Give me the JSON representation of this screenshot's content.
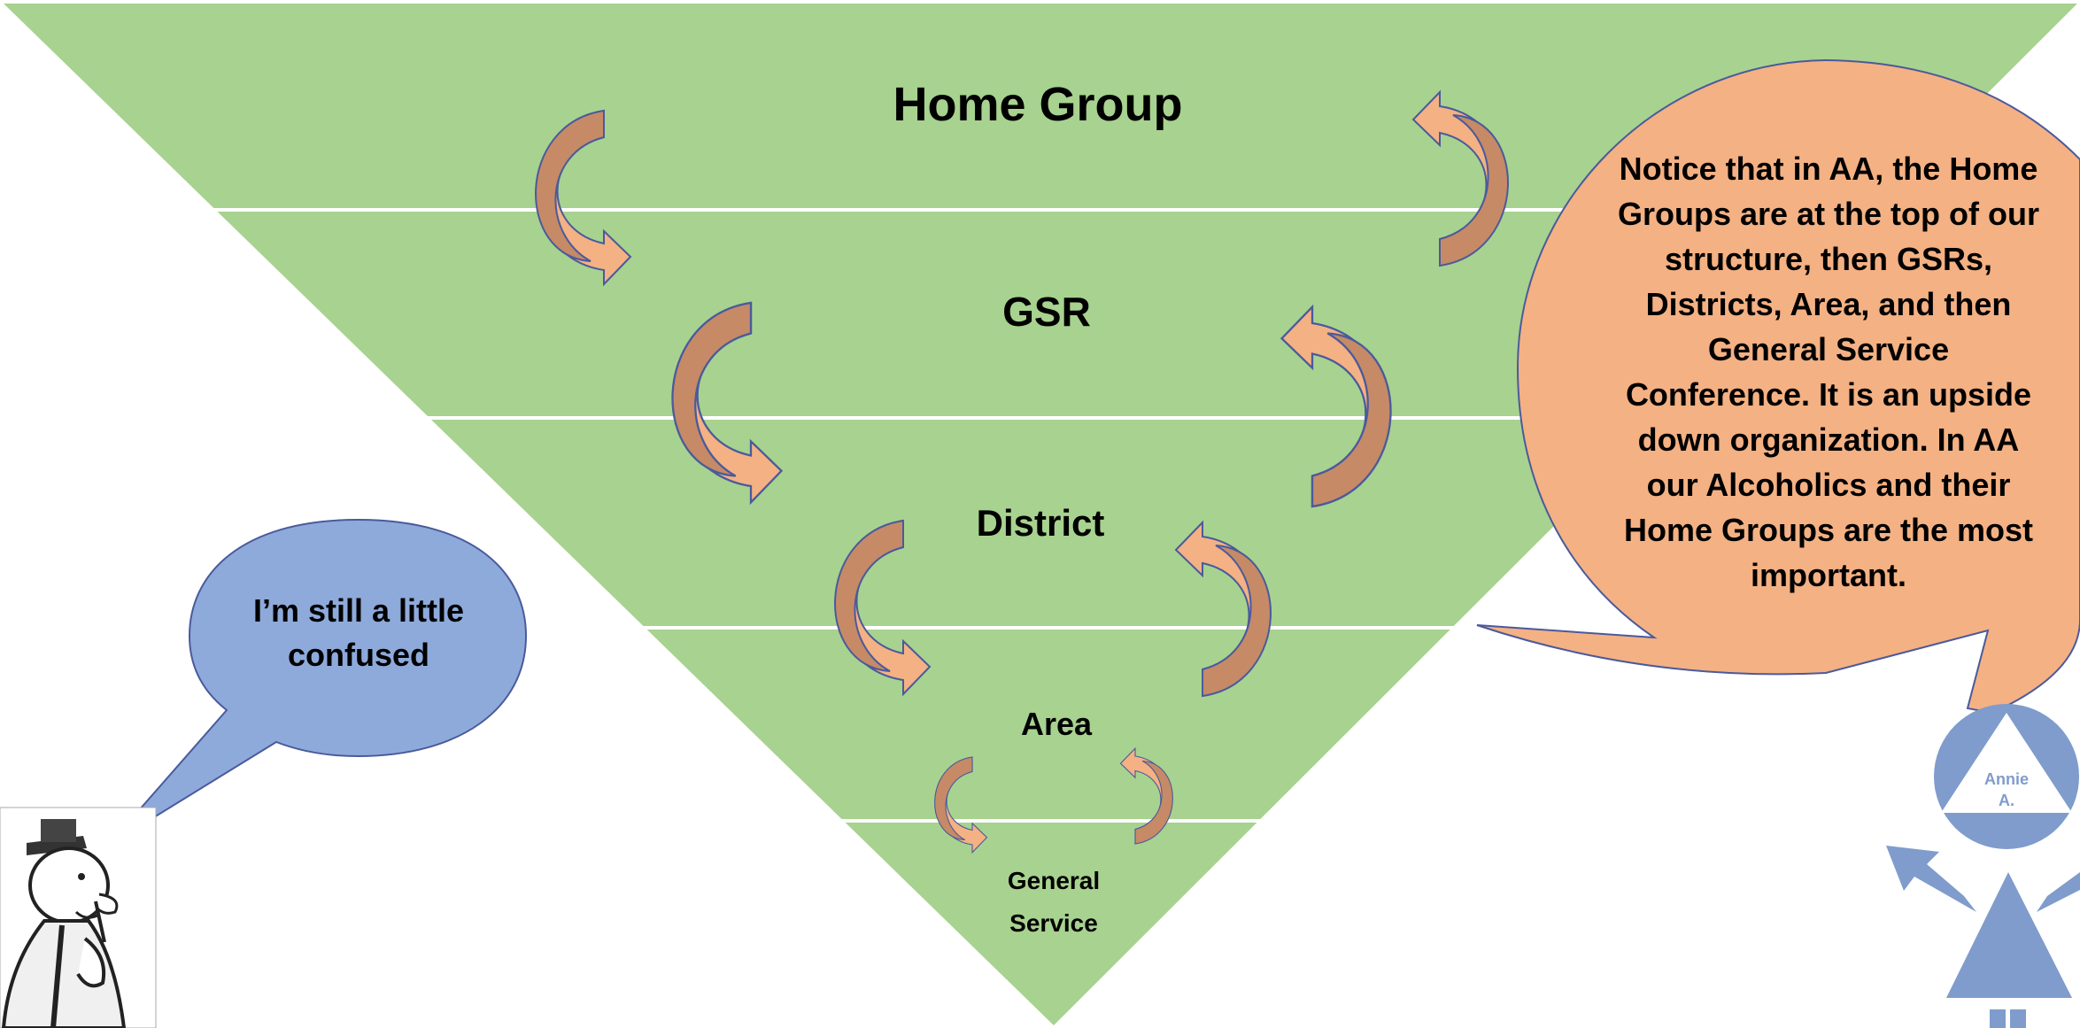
{
  "tiers": [
    {
      "label": "Home Group"
    },
    {
      "label": "GSR"
    },
    {
      "label": "District"
    },
    {
      "label": "Area"
    },
    {
      "label_line1": "General",
      "label_line2": "Service"
    }
  ],
  "right_bubble": {
    "text": "Notice that in AA, the Home Groups are at the top of our structure, then GSRs, Districts, Area, and then General Service Conference. It is an upside down organization. In AA our Alcoholics and  their Home Groups are the most important."
  },
  "left_bubble": {
    "text": "I’m still a little confused"
  },
  "figure": {
    "name_line1": "Annie",
    "name_line2": "A."
  },
  "icons": [
    "curved-arrow-icon",
    "person-cartoon-icon",
    "stick-figure-icon"
  ],
  "colors": {
    "pyramid": "#a8d28f",
    "tier_divider": "#ffffff",
    "arrow_fill": "#f4b183",
    "arrow_dark": "#c68a66",
    "arrow_stroke": "#4a5a9c",
    "right_bubble": "#f4b183",
    "left_bubble": "#8eaadb",
    "figure": "#7f9ccc"
  }
}
